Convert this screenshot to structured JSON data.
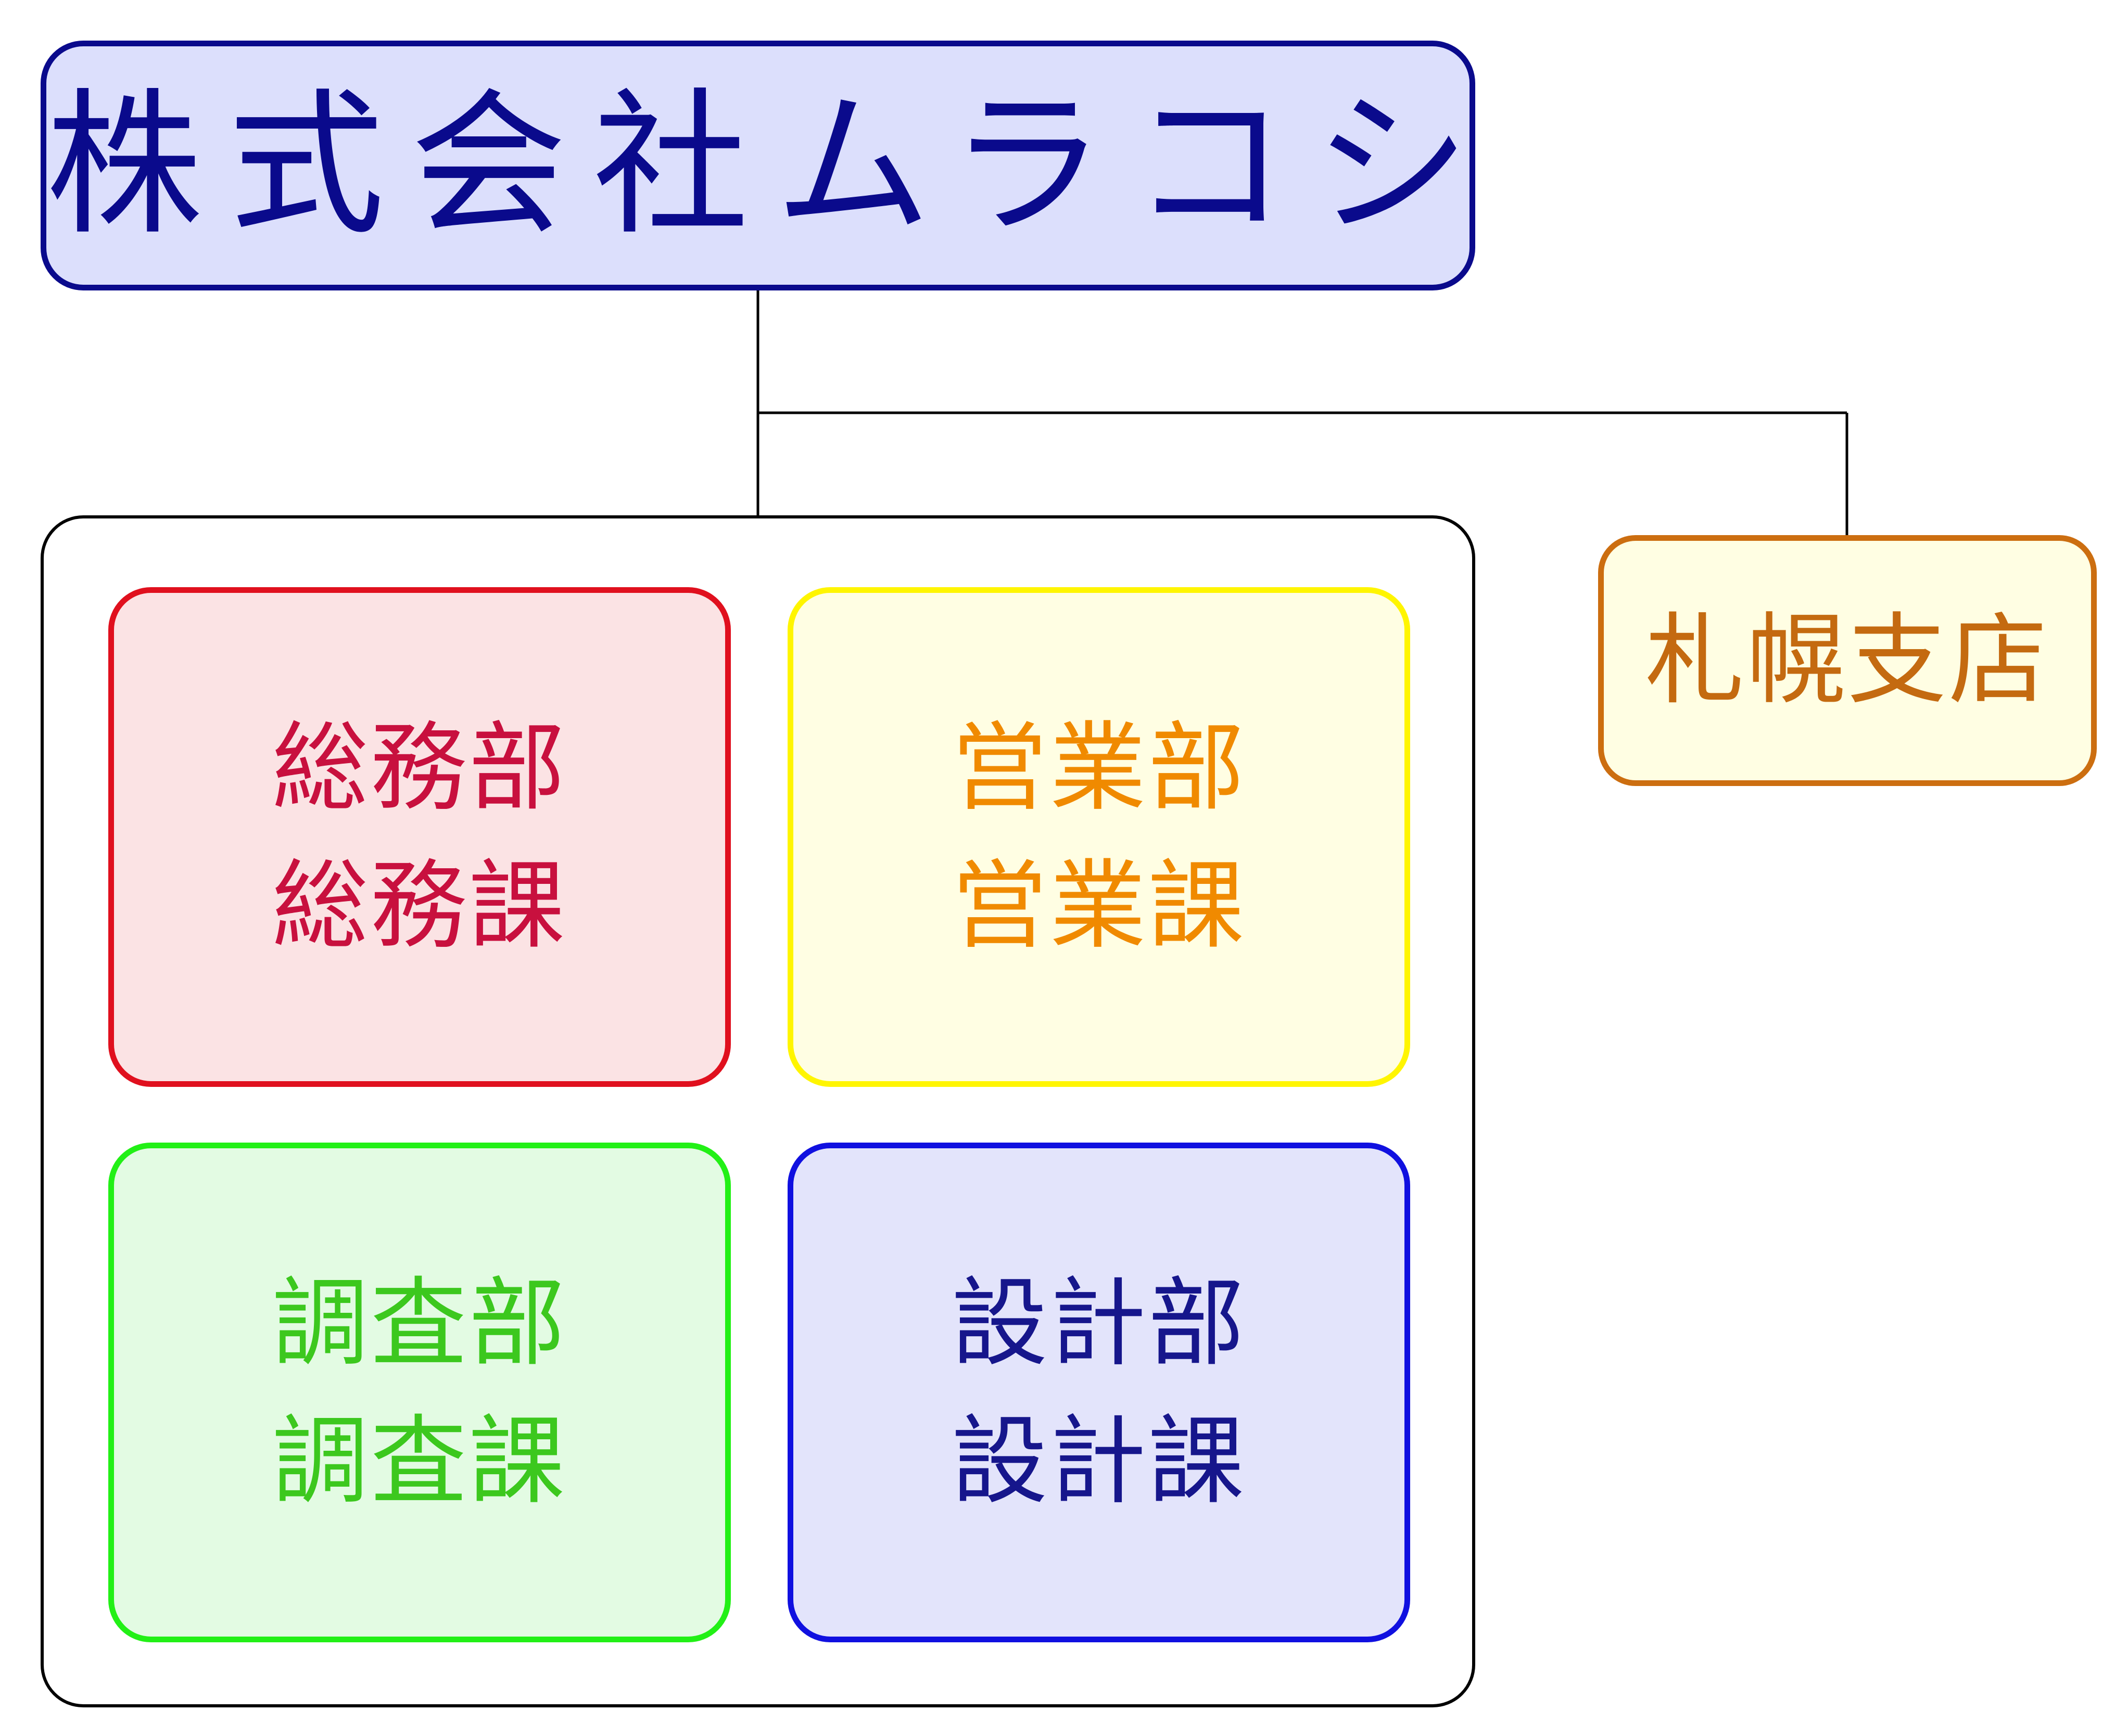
{
  "company": {
    "name": "株式会社ムラコシ",
    "colors": {
      "border": "#0a0a8c",
      "fill": "#dcdffc",
      "text": "#0a0a8c"
    }
  },
  "connector_color": "#000000",
  "departments": [
    {
      "id": "soumu",
      "lines": [
        "総務部",
        "総務課"
      ],
      "colors": {
        "border": "#e0101e",
        "fill": "#fbe3e4",
        "text": "#c8103e"
      }
    },
    {
      "id": "eigyou",
      "lines": [
        "営業部",
        "営業課"
      ],
      "colors": {
        "border": "#fff500",
        "fill": "#fffee3",
        "text": "#f08a00"
      }
    },
    {
      "id": "chousa",
      "lines": [
        "調査部",
        "調査課"
      ],
      "colors": {
        "border": "#22f016",
        "fill": "#e3fbe3",
        "text": "#3cc81e"
      }
    },
    {
      "id": "sekkei",
      "lines": [
        "設計部",
        "設計課"
      ],
      "colors": {
        "border": "#1010e0",
        "fill": "#e3e4fb",
        "text": "#16168c"
      }
    }
  ],
  "branch": {
    "name": "札幌支店",
    "colors": {
      "border": "#cc6e10",
      "fill": "#fffee3",
      "text": "#c46a10"
    }
  }
}
